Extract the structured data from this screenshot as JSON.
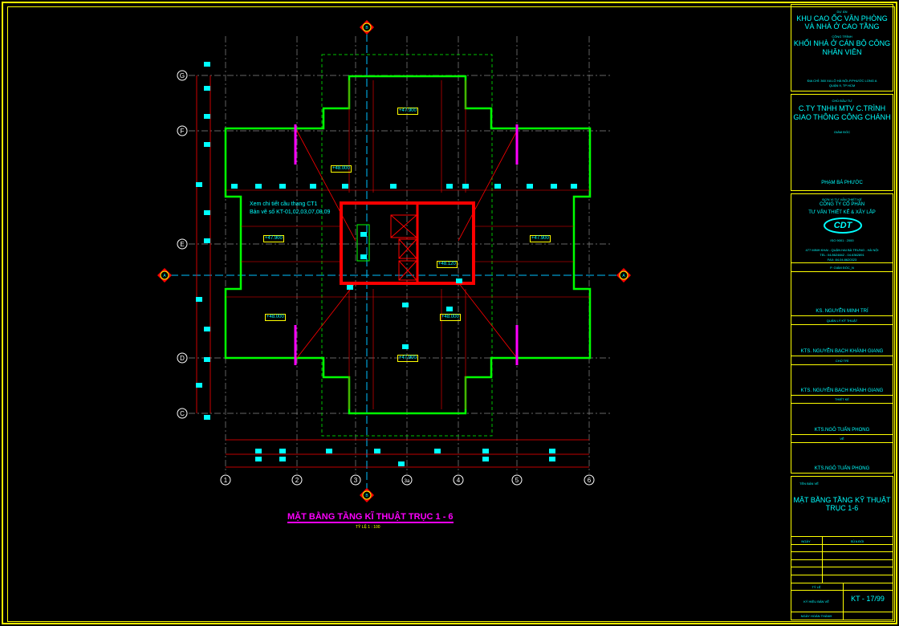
{
  "drawing": {
    "title": "MẶT BẰNG TẦNG KĨ THUẬT TRỤC 1 - 6",
    "scale": "TỶ LỆ 1 : 100",
    "note_line1": "Xem chi tiết cầu thang CT1",
    "note_line2": "Bản vẽ số KT-01,02,03,07,08,09",
    "axes_horizontal": [
      "G",
      "F",
      "E",
      "D",
      "C"
    ],
    "axes_vertical": [
      "1",
      "2",
      "3",
      "3a",
      "4",
      "5",
      "6"
    ],
    "section_marks": [
      "A",
      "A",
      "B",
      "B"
    ],
    "levels": [
      "+47.900",
      "+48.000",
      "+47.900",
      "+47.900",
      "+48.000",
      "+48.120",
      "+48.000",
      "+47.900"
    ],
    "colors": {
      "frame": "#ffff00",
      "text": "#00ffff",
      "wall": "#00ff00",
      "core": "#ff0000",
      "title": "#ff00ff"
    }
  },
  "title_block": {
    "project_label": "DỰ ÁN",
    "project": [
      "KHU CAO ỐC VĂN PHÒNG",
      "VÀ NHÀ Ở CAO TẦNG"
    ],
    "work_label": "CÔNG TRÌNH",
    "work": [
      "KHỐI NHÀ Ở CÁN BỘ CÔNG",
      "NHÂN VIÊN"
    ],
    "address": [
      "ĐỊA CHỈ: 360 XA LỘ HÀ NỘI-P.PHƯỚC LONG A",
      "QUẬN 9, TP HCM"
    ],
    "owner_label": "CHỦ ĐẦU TƯ",
    "owner": [
      "C.TY TNHH MTV C.TRÌNH",
      "GIAO THÔNG CÔNG CHÁNH"
    ],
    "director_label": "GIÁM ĐỐC",
    "director": "PHẠM BÁ PHƯỚC",
    "consultant_label": "ĐƠN VỊ TƯ VẤN THIẾT KẾ",
    "consultant": [
      "CÔNG TY CỔ PHẦN",
      "TƯ VẤN THIẾT KẾ & XÂY LẮP"
    ],
    "logo_text": "CDT",
    "iso": "ISO 9001 : 2000",
    "consultant_address": [
      "477 MINH KHAI - QUẬN HAI BÀ TRƯNG - HÀ NỘI",
      "TEL: 04.8624842 - 04.6362891",
      "FAX: 84.04.8620323"
    ],
    "roles": [
      {
        "role": "P. GIÁM ĐỐC_N",
        "name": "KS. NGUYỄN MINH TRÍ"
      },
      {
        "role": "QUẢN LÝ KỸ THUẬT",
        "name": "KTS. NGUYỄN BẠCH KHÁNH GIANG"
      },
      {
        "role": "CHỦ TRÌ",
        "name": "KTS. NGUYỄN BẠCH KHÁNH GIANG"
      },
      {
        "role": "THIẾT KẾ",
        "name": "KTS.NGÔ TUẤN PHONG"
      },
      {
        "role": "VẼ",
        "name": "KTS.NGÔ TUẤN PHONG"
      }
    ],
    "sheet_name_label": "TÊN BẢN VẼ",
    "sheet_name": [
      "MẶT BẰNG TẦNG KỸ THUẬT",
      "TRỤC 1-6"
    ],
    "date_label": "NGÀY",
    "revision_label": "SỬA ĐỔI",
    "scale_label": "TỶ LỆ",
    "sheet_no_label": "KÝ HIỆU BẢN VẼ",
    "sheet_no": "KT - 17/99",
    "completion_label": "NGÀY HOÀN THÀNH"
  }
}
